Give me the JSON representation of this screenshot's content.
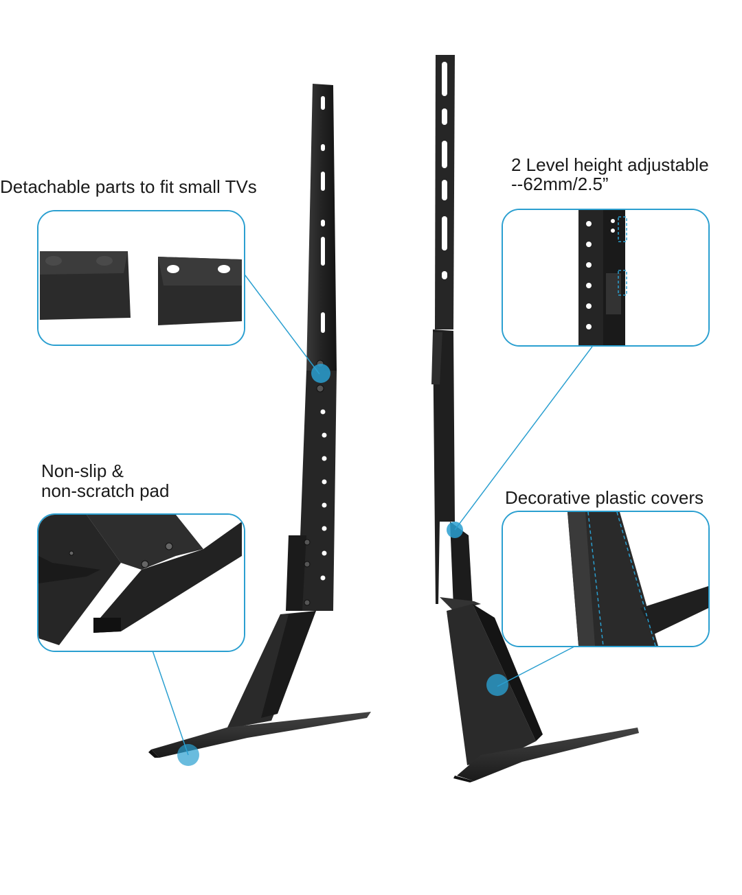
{
  "labels": {
    "detachable": "Detachable parts to fit small TVs",
    "height_line1": "2 Level height adjustable",
    "height_line2": "--62mm/2.5”",
    "nonslip_line1": "Non-slip &",
    "nonslip_line2": "non-scratch pad",
    "covers": "Decorative plastic covers"
  },
  "colors": {
    "accent": "#2a9fd0",
    "metal": "#2b2b2b",
    "background": "#ffffff"
  },
  "icons": {
    "marker": "blue-dot-marker"
  }
}
